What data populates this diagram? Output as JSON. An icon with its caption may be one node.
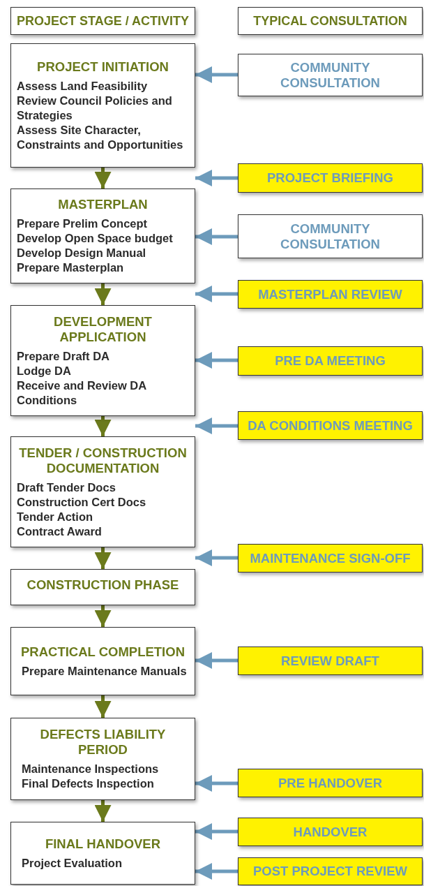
{
  "diagram": {
    "nodes": [
      {
        "text": [
          "PROJECT STAGE / ACTIVITY"
        ]
      },
      {
        "text": [
          "TYPICAL CONSULTATION"
        ]
      },
      {
        "text": [
          "PROJECT INITIATION",
          "Assess Land Feasibility",
          "Review Council Policies and Strategies",
          "Assess Site Character, Constraints and Opportunities"
        ]
      },
      {
        "text": [
          "COMMUNITY CONSULTATION"
        ]
      },
      {
        "text": [
          "PROJECT BRIEFING"
        ]
      },
      {
        "text": [
          "MASTERPLAN",
          "Prepare Prelim Concept",
          "Develop Open Space budget",
          "Develop Design Manual",
          "Prepare Masterplan"
        ]
      },
      {
        "text": [
          "COMMUNITY CONSULTATION"
        ]
      },
      {
        "text": [
          "MASTERPLAN REVIEW"
        ]
      },
      {
        "text": [
          "DEVELOPMENT APPLICATION",
          "Prepare Draft DA",
          "Lodge DA",
          "Receive and Review DA Conditions"
        ]
      },
      {
        "text": [
          "PRE DA MEETING"
        ]
      },
      {
        "text": [
          "DA CONDITIONS MEETING"
        ]
      },
      {
        "text": [
          "TENDER / CONSTRUCTION DOCUMENTATION",
          "Draft Tender Docs",
          "Construction Cert Docs",
          "Tender Action",
          "Contract Award"
        ]
      },
      {
        "text": [
          "MAINTENANCE SIGN-OFF"
        ]
      },
      {
        "text": [
          "CONSTRUCTION PHASE"
        ]
      },
      {
        "text": [
          "PRACTICAL COMPLETION",
          "Prepare Maintenance Manuals"
        ]
      },
      {
        "text": [
          "REVIEW DRAFT"
        ]
      },
      {
        "text": [
          "DEFECTS LIABILITY PERIOD",
          "Maintenance Inspections",
          "Final Defects Inspection"
        ]
      },
      {
        "text": [
          "PRE HANDOVER"
        ]
      },
      {
        "text": [
          "FINAL HANDOVER",
          "Project Evaluation"
        ]
      },
      {
        "text": [
          "HANDOVER"
        ]
      },
      {
        "text": [
          "POST PROJECT REVIEW"
        ]
      }
    ],
    "edges": [
      {
        "from": 3,
        "to": 2,
        "arrow": "to"
      },
      {
        "from": 4,
        "to": 5,
        "arrow": "to"
      },
      {
        "from": 2,
        "to": 5,
        "arrow": "to",
        "color": "#6b7a1c"
      },
      {
        "from": 6,
        "to": 5,
        "arrow": "to"
      },
      {
        "from": 7,
        "to": 8,
        "arrow": "to"
      },
      {
        "from": 5,
        "to": 8,
        "arrow": "to",
        "color": "#6b7a1c"
      },
      {
        "from": 9,
        "to": 8,
        "arrow": "to"
      },
      {
        "from": 10,
        "to": 11,
        "arrow": "to"
      },
      {
        "from": 8,
        "to": 11,
        "arrow": "to",
        "color": "#6b7a1c"
      },
      {
        "from": 12,
        "to": 13,
        "arrow": "to"
      },
      {
        "from": 11,
        "to": 13,
        "arrow": "to",
        "color": "#6b7a1c"
      },
      {
        "from": 13,
        "to": 14,
        "arrow": "to",
        "color": "#6b7a1c"
      },
      {
        "from": 15,
        "to": 14,
        "arrow": "to"
      },
      {
        "from": 14,
        "to": 16,
        "arrow": "to",
        "color": "#6b7a1c"
      },
      {
        "from": 17,
        "to": 16,
        "arrow": "to"
      },
      {
        "from": 16,
        "to": 18,
        "arrow": "to",
        "color": "#6b7a1c"
      },
      {
        "from": 19,
        "to": 18,
        "arrow": "to"
      },
      {
        "from": 20,
        "to": 18,
        "arrow": "to"
      }
    ]
  }
}
